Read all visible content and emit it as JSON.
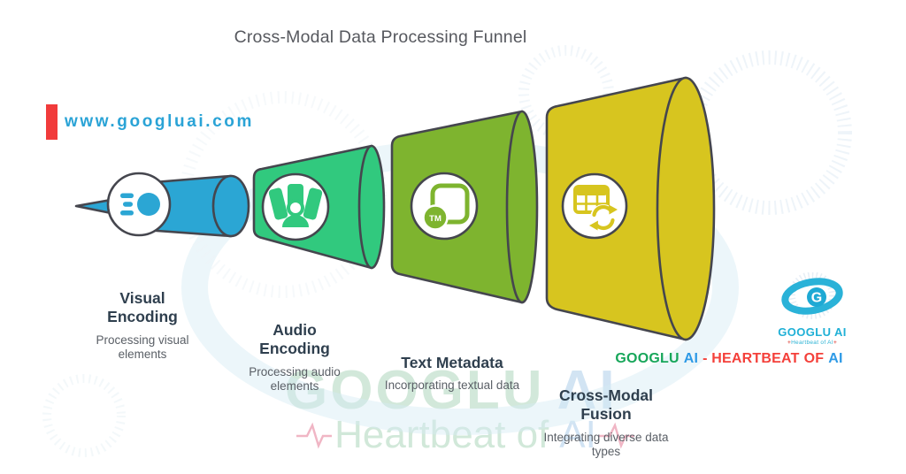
{
  "title": "Cross-Modal Data Processing Funnel",
  "site_watermark": {
    "url": "www.googluai.com"
  },
  "stages": [
    {
      "title": "Visual Encoding",
      "description": "Processing visual elements",
      "color": "#2ba6d4",
      "icon": "headlight-icon"
    },
    {
      "title": "Audio Encoding",
      "description": "Processing audio elements",
      "color": "#31c97e",
      "icon": "audio-presenter-icon"
    },
    {
      "title": "Text Metadata",
      "description": "Incorporating textual data",
      "color": "#7eb42f",
      "icon": "trademark-file-icon",
      "icon_label": "TM"
    },
    {
      "title": "Cross-Modal Fusion",
      "description": "Integrating diverse data types",
      "color": "#d7c51f",
      "icon": "table-sync-icon"
    }
  ],
  "background_watermark": {
    "brand": "GOOGLU",
    "brand_suffix": "AI",
    "tagline_prefix": "Heartbeat of",
    "tagline_suffix": "AI"
  },
  "brand_footer": {
    "part1": "GOOGLU",
    "part2": "AI",
    "part3": "- HEARTBEAT",
    "part4": "OF",
    "part5": "AI",
    "green": "#17a65a",
    "blue": "#2e9ae6",
    "red": "#f4403a"
  },
  "logo": {
    "letter": "G",
    "name": "GOOGLU AI",
    "tagline_text": "Heartbeat of AI",
    "plus": "+"
  },
  "palette": {
    "outline": "#45464e",
    "title_text": "#56585e",
    "heading_text": "#2f3f4e",
    "body_text": "#5a5f66",
    "site_red": "#f13b3b",
    "site_blue": "#2aa3d6",
    "logo_teal": "#1fb0d6",
    "watermark_green": "#cfe7d7",
    "watermark_blue": "#cfe2f3",
    "pulse_pink": "#f0b3c2"
  }
}
